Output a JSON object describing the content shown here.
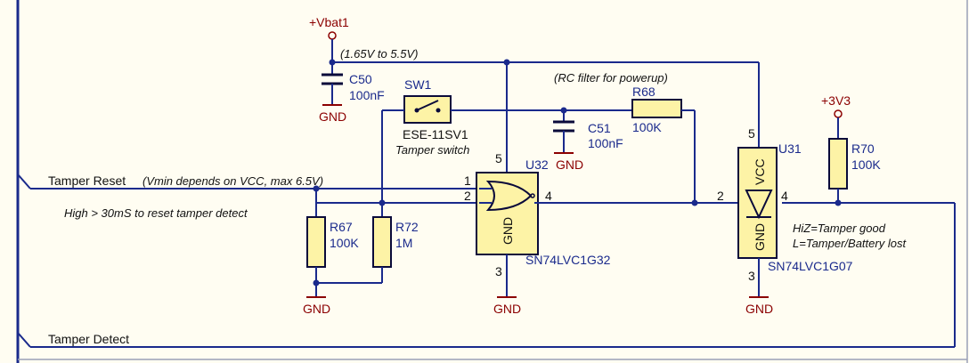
{
  "power": {
    "vbat_label": "+Vbat1",
    "v3v3_label": "+3V3",
    "gnd_label": "GND"
  },
  "notes": {
    "vbat_range": "(1.65V to 5.5V)",
    "rc_filter": "(RC filter for powerup)",
    "tamper_reset_note": "(Vmin depends on VCC, max 6.5V)",
    "high_reset_note": "High > 30mS to reset tamper detect",
    "hiz_note": "HiZ=Tamper good",
    "low_note": "L=Tamper/Battery lost"
  },
  "nets": {
    "tamper_reset": "Tamper Reset",
    "tamper_detect": "Tamper Detect"
  },
  "components": {
    "c50": {
      "ref": "C50",
      "value": "100nF"
    },
    "c51": {
      "ref": "C51",
      "value": "100nF"
    },
    "sw1": {
      "ref": "SW1",
      "value": "ESE-11SV1",
      "desc": "Tamper switch"
    },
    "r68": {
      "ref": "R68",
      "value": "100K"
    },
    "r67": {
      "ref": "R67",
      "value": "100K"
    },
    "r72": {
      "ref": "R72",
      "value": "1M"
    },
    "r70": {
      "ref": "R70",
      "value": "100K"
    },
    "u32": {
      "ref": "U32",
      "part": "SN74LVC1G32",
      "gnd_label": "GND",
      "pin_in1": "1",
      "pin_in2": "2",
      "pin_out": "4",
      "pin_vcc": "5",
      "pin_gnd": "3"
    },
    "u31": {
      "ref": "U31",
      "part": "SN74LVC1G07",
      "vcc_label": "VCC",
      "gnd_label": "GND",
      "pin_in": "2",
      "pin_out": "4",
      "pin_vcc": "5",
      "pin_gnd": "3"
    }
  },
  "colors": {
    "wire": "#1a2a8c",
    "component_fill": "#fdf3a6",
    "power_symbol": "#8b0000",
    "background": "#fffdf2"
  }
}
